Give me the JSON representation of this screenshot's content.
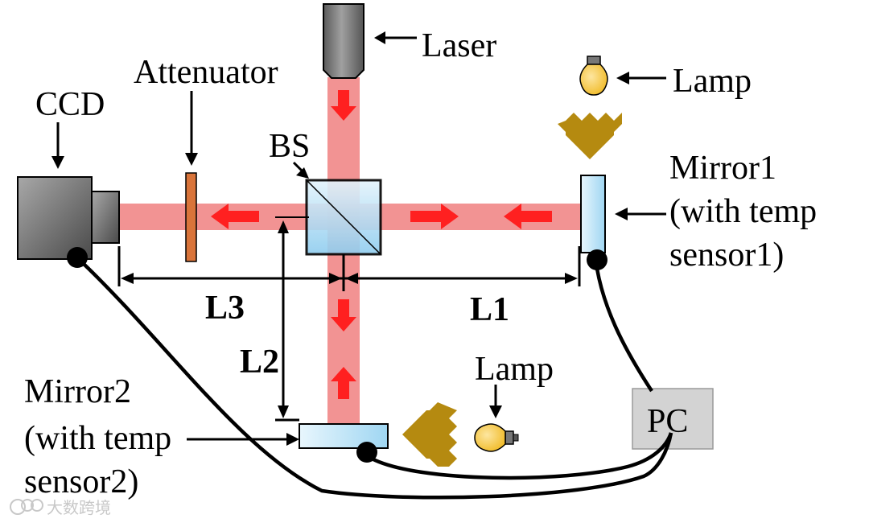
{
  "labels": {
    "laser": "Laser",
    "lamp_top": "Lamp",
    "lamp_bottom": "Lamp",
    "attenuator": "Attenuator",
    "ccd": "CCD",
    "bs": "BS",
    "mirror1_line1": "Mirror1",
    "mirror1_line2": "(with temp",
    "mirror1_line3": "sensor1)",
    "mirror2_line1": "Mirror2",
    "mirror2_line2": "(with temp",
    "mirror2_line3": "sensor2)",
    "l1": "L1",
    "l2": "L2",
    "l3": "L3",
    "pc": "PC"
  },
  "watermark": "大数跨境",
  "colors": {
    "beam": "#f08080",
    "beam_arrow": "#ff2020",
    "mirror_fill": "#bfe6f8",
    "lamp_bulb": "#f6c43a",
    "heat_wave": "#b58a10",
    "attenuator": "#d9743a",
    "device_gray": "#7a7a7a",
    "pc_box": "#d3d3d3"
  }
}
